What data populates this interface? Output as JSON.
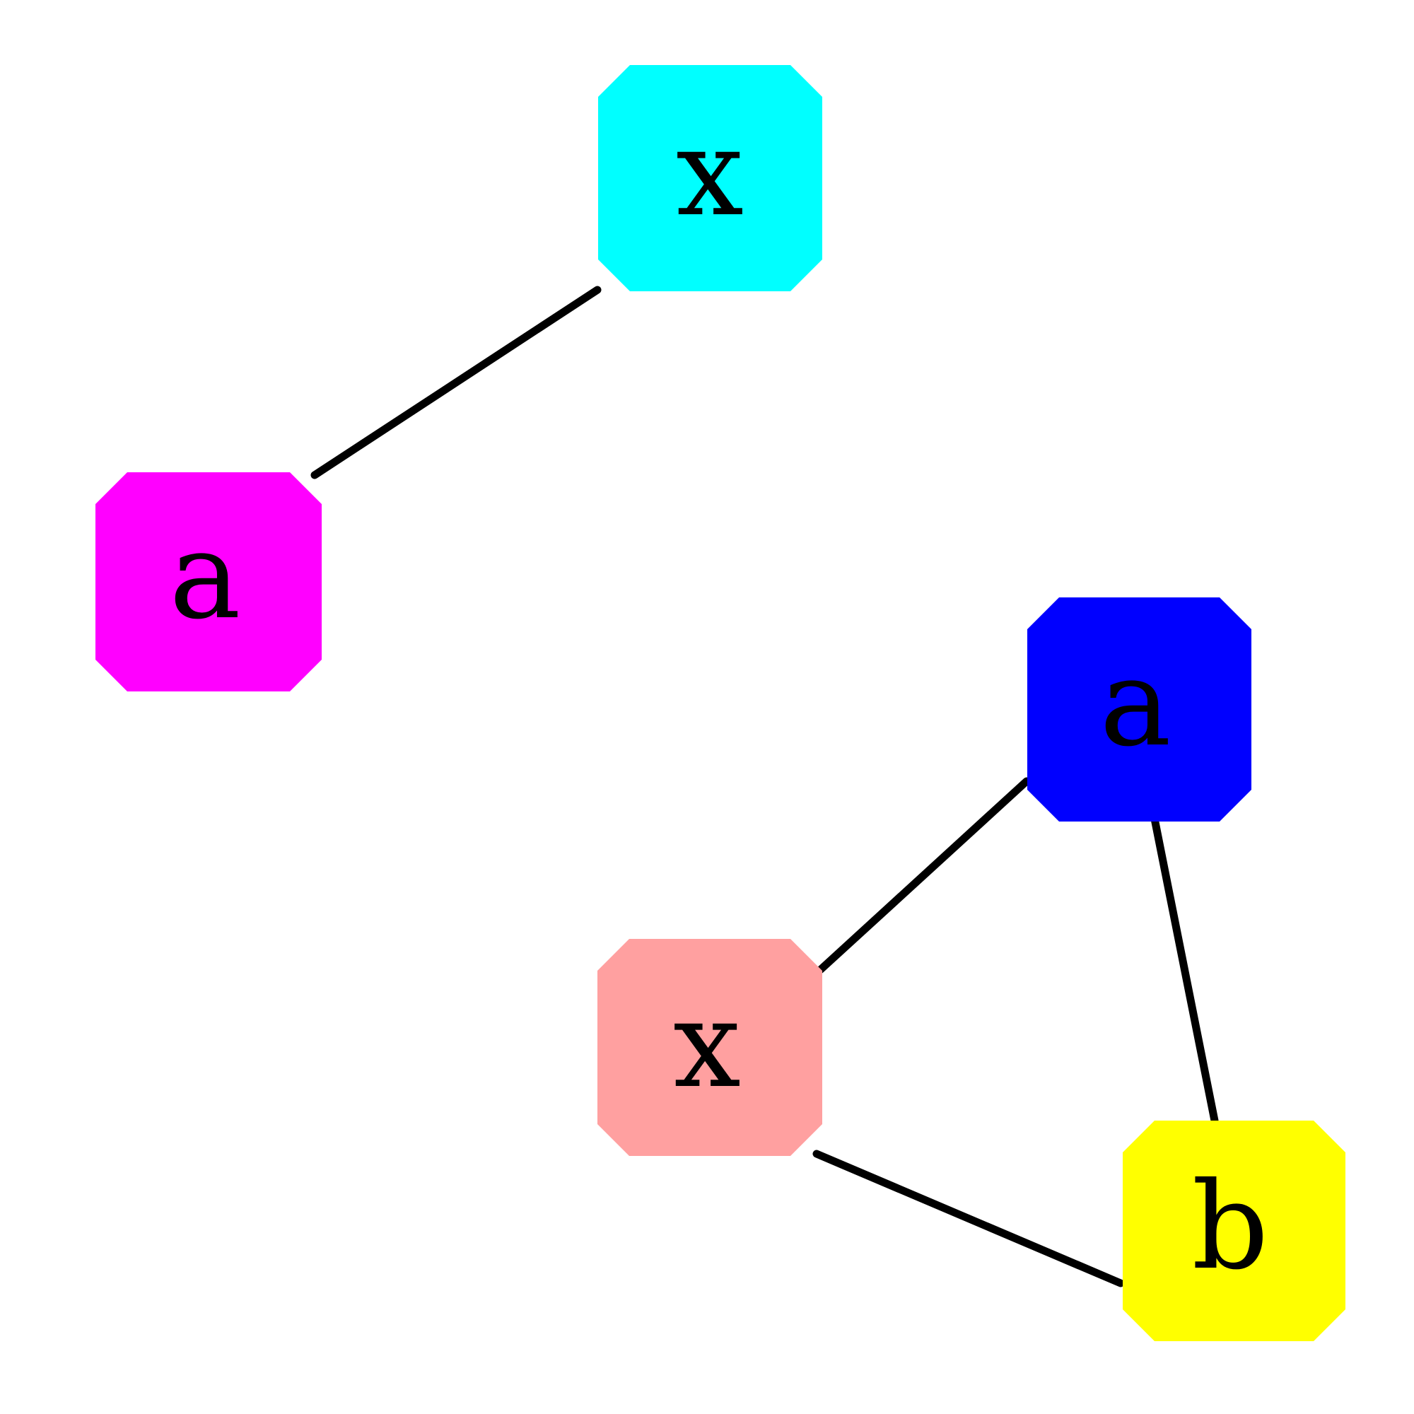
{
  "graph": {
    "nodes": [
      {
        "id": "n1",
        "label": "x",
        "color": "#00FFFF"
      },
      {
        "id": "n2",
        "label": "a",
        "color": "#FF00FF"
      },
      {
        "id": "n3",
        "label": "a",
        "color": "#0000FF"
      },
      {
        "id": "n4",
        "label": "x",
        "color": "#FFA0A0"
      },
      {
        "id": "n5",
        "label": "b",
        "color": "#FFFF00"
      }
    ],
    "edges": [
      {
        "from": "n1",
        "to": "n2"
      },
      {
        "from": "n3",
        "to": "n4"
      },
      {
        "from": "n3",
        "to": "n5"
      },
      {
        "from": "n4",
        "to": "n5"
      }
    ]
  }
}
